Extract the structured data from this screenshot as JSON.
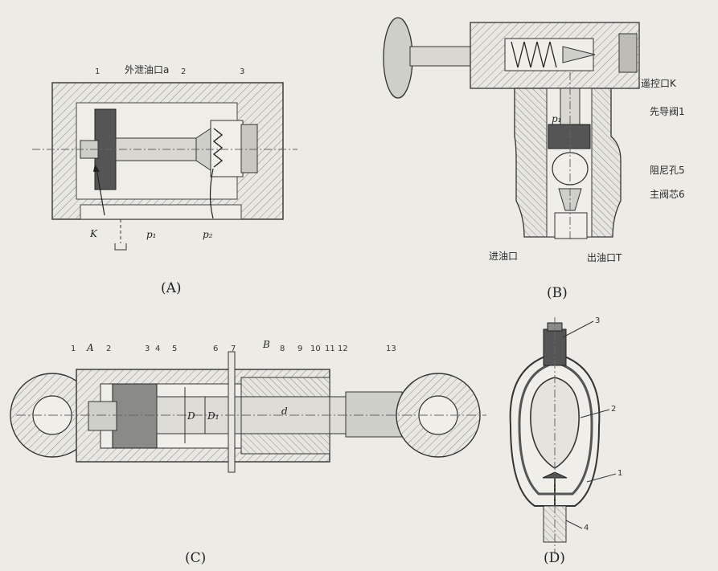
{
  "figures": {
    "a": {
      "caption": "(A)",
      "labels": {
        "drain_port": "外泄油口a",
        "control_port": "K",
        "p1": "p₁",
        "p2": "p₂"
      },
      "part_numbers": [
        "1",
        "2",
        "3"
      ]
    },
    "b": {
      "caption": "(B)",
      "labels": {
        "remote_port": "遥控口K",
        "pilot_valve": "先导阀1",
        "orifice": "阻尼孔5",
        "main_spool": "主阀芯6",
        "inlet": "进油口",
        "outlet": "出油口T",
        "p1": "p₁"
      }
    },
    "c": {
      "caption": "(C)",
      "labels": {
        "port_a": "A",
        "port_b": "B",
        "d_rod": "D",
        "d1": "D₁",
        "d_small": "d"
      },
      "part_numbers": [
        "1",
        "2",
        "3",
        "4",
        "5",
        "6",
        "7",
        "8",
        "9",
        "10",
        "11",
        "12",
        "13"
      ]
    },
    "d": {
      "caption": "(D)",
      "part_numbers": [
        "1",
        "2",
        "3",
        "4"
      ]
    }
  }
}
